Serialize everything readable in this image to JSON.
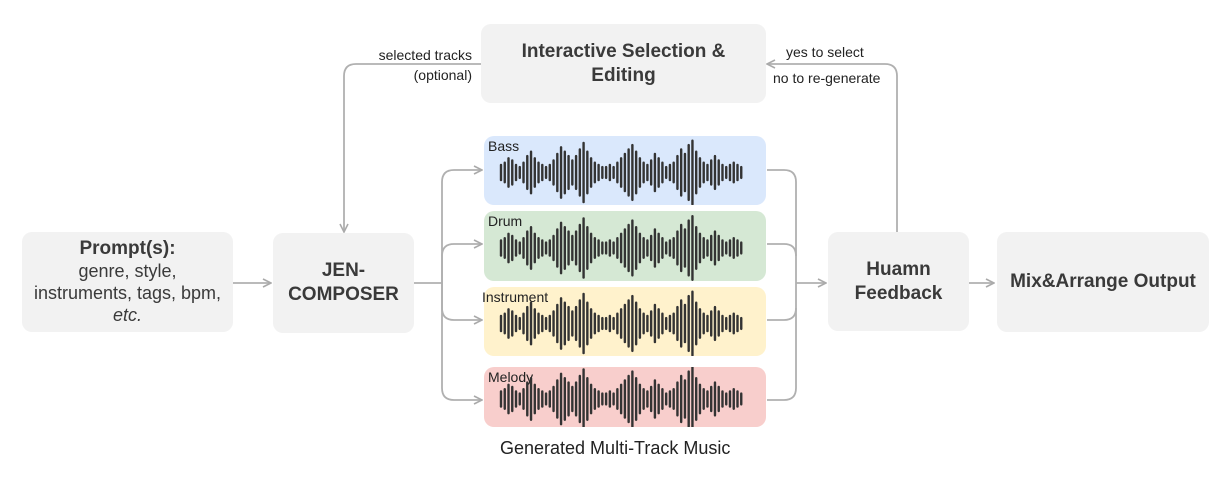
{
  "prompt": {
    "title": "Prompt(s):",
    "line1": "genre, style,",
    "line2": "instruments, tags, bpm,",
    "line3": "etc."
  },
  "composer": {
    "line1": "JEN-",
    "line2": "COMPOSER"
  },
  "interactive": {
    "line1": "Interactive Selection &",
    "line2": "Editing"
  },
  "feedback": {
    "line1": "Huamn",
    "line2": "Feedback"
  },
  "output": {
    "label": "Mix&Arrange Output"
  },
  "notes": {
    "selected_line1": "selected tracks",
    "selected_line2": "(optional)",
    "yes": "yes to select",
    "no": "no to re-generate"
  },
  "tracks": [
    {
      "label": "Bass",
      "color": "#dae8fc"
    },
    {
      "label": "Drum",
      "color": "#d5e8d4"
    },
    {
      "label": "Instrument",
      "color": "#fff2cc"
    },
    {
      "label": "Melody",
      "color": "#f8cecc"
    }
  ],
  "caption": "Generated Multi-Track Music",
  "colors": {
    "box": "#f2f2f2",
    "arrow": "#b0b0b0",
    "wave": "#333333"
  }
}
